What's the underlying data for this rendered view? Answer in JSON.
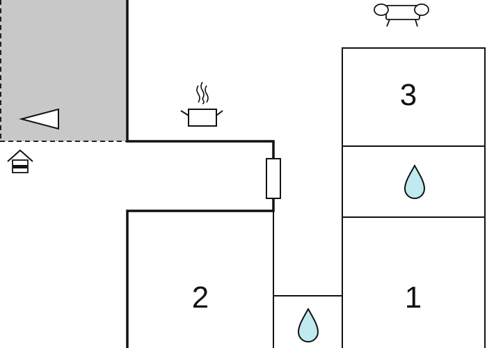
{
  "floor_plan": {
    "rooms": [
      {
        "label": "1"
      },
      {
        "label": "2"
      },
      {
        "label": "3"
      }
    ],
    "icons": {
      "entrance": "house-entrance-icon",
      "kitchen": "cooking-pot-icon",
      "living": "sofa-icon",
      "bathroom": "water-drop-icon",
      "heater": "radiator-icon",
      "terrace_view": "view-direction-icon"
    },
    "colors": {
      "wall": "#111111",
      "terrace": "#c8c8c8",
      "water": "#bfeaf0",
      "background": "#ffffff"
    }
  }
}
